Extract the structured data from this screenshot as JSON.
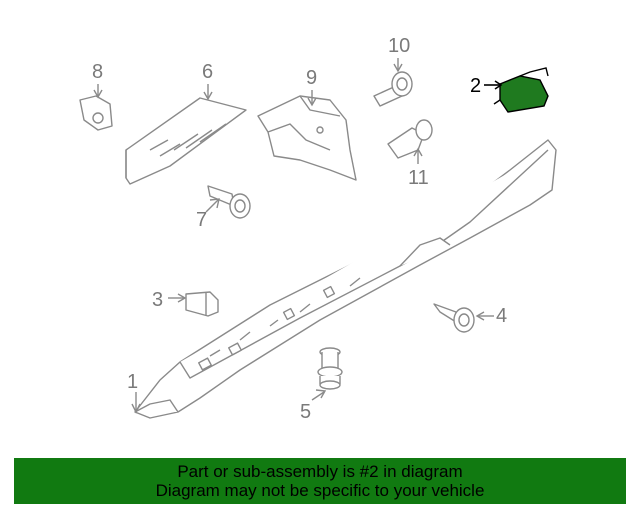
{
  "diagram": {
    "callouts": [
      {
        "id": "1",
        "label": "1"
      },
      {
        "id": "2",
        "label": "2"
      },
      {
        "id": "3",
        "label": "3"
      },
      {
        "id": "4",
        "label": "4"
      },
      {
        "id": "5",
        "label": "5"
      },
      {
        "id": "6",
        "label": "6"
      },
      {
        "id": "7",
        "label": "7"
      },
      {
        "id": "8",
        "label": "8"
      },
      {
        "id": "9",
        "label": "9"
      },
      {
        "id": "10",
        "label": "10"
      },
      {
        "id": "11",
        "label": "11"
      }
    ],
    "highlight_part": "2",
    "colors": {
      "line": "#8a8a8a",
      "highlight_part": "#1f7a1f",
      "banner": "#117a11"
    }
  },
  "banner": {
    "line1": "Part or sub-assembly is #2 in diagram",
    "line2": "Diagram may not be specific to your vehicle"
  }
}
